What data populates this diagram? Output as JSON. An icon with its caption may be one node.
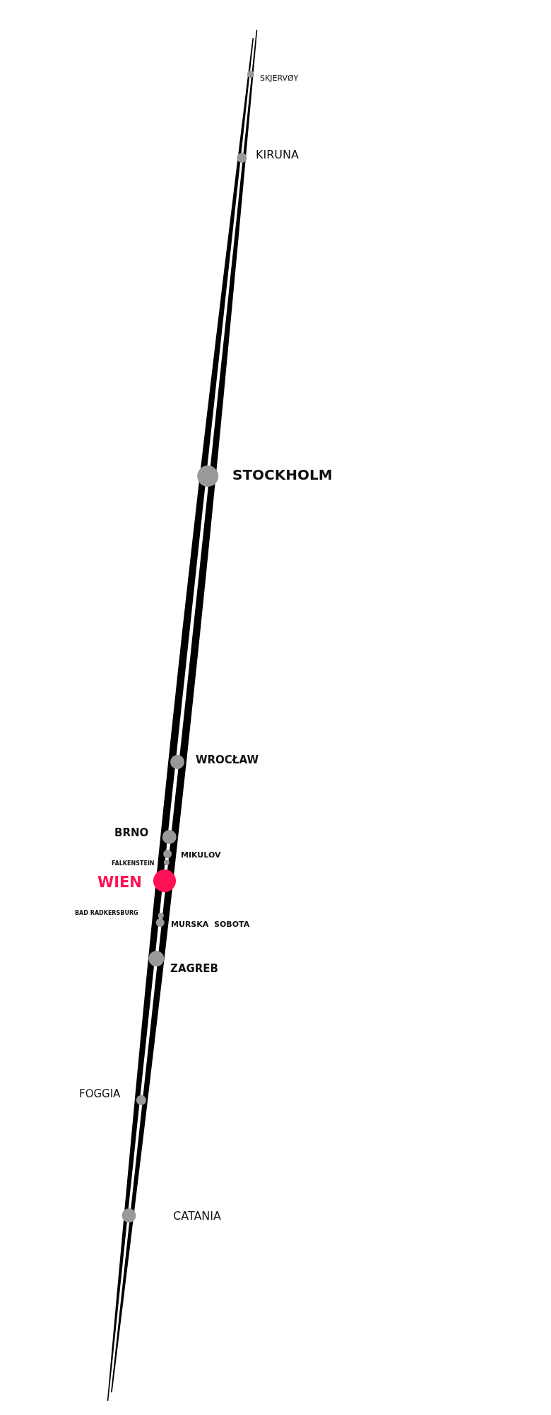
{
  "diagram": {
    "labels": [
      "SKJERVØY",
      "KIRUNA",
      "STOCKHOLM",
      "WROCŁAW",
      "BRNO",
      "MIKULOV",
      "FALKENSTEIN",
      "WIEN",
      "BAD RADKERSBURG",
      "MURSKA  SOBOTA",
      "ZAGREB",
      "FOGGIA",
      "CATANIA"
    ]
  }
}
